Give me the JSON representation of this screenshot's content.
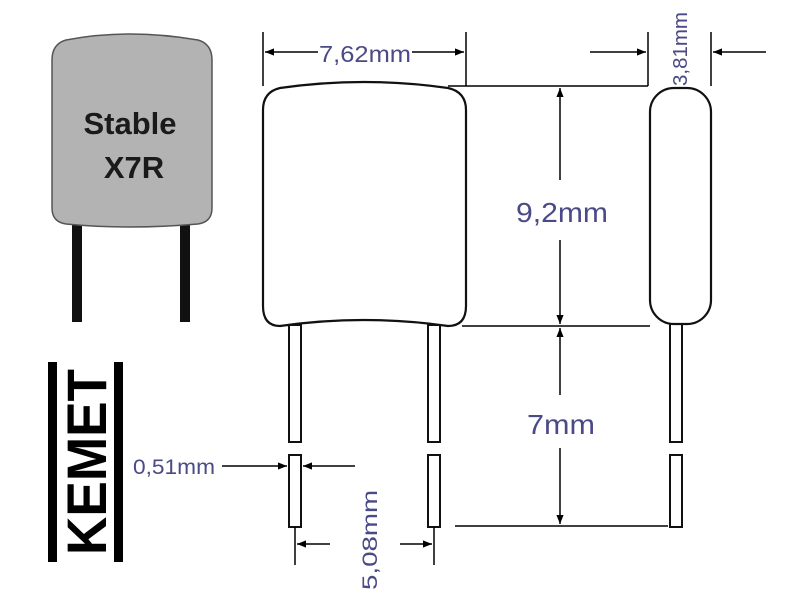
{
  "component": {
    "label_line1": "Stable",
    "label_line2": "X7R",
    "body_color": "#b3b3b3"
  },
  "brand": {
    "name": "KEMET"
  },
  "dimensions": {
    "width": "7,62mm",
    "thickness": "3,81mm",
    "body_height": "9,2mm",
    "lead_length": "7mm",
    "lead_diameter": "0,51mm",
    "lead_spacing": "5,08mm"
  },
  "colors": {
    "dimension_text": "#4a4a86",
    "outline": "#111111"
  }
}
